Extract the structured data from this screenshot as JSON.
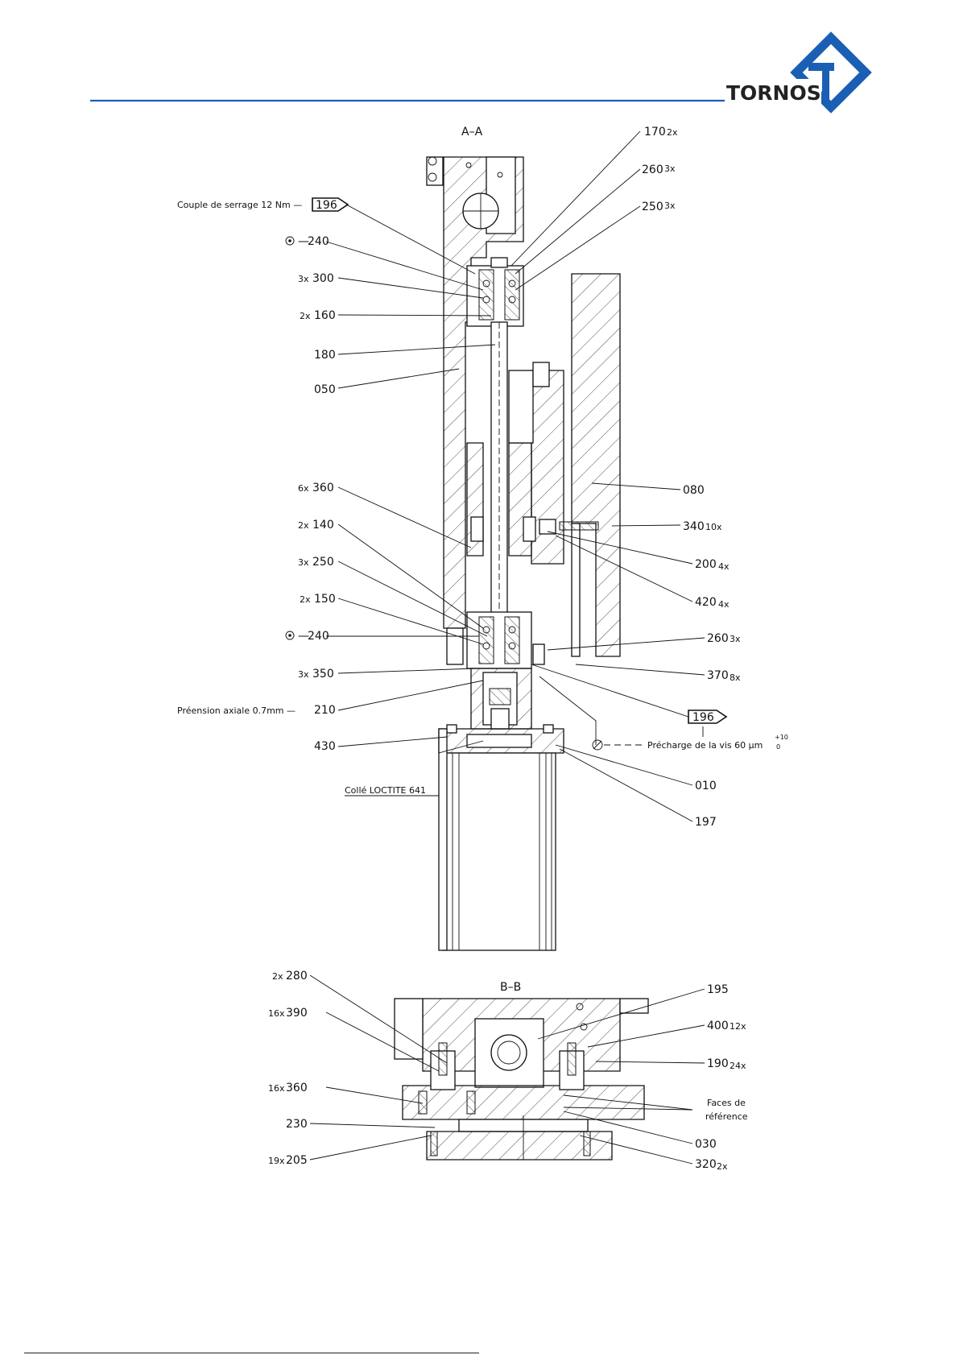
{
  "brand": {
    "name": "TORNOS",
    "header_line_color": "#1a5fb4",
    "logo_color": "#1a5fb4"
  },
  "section_aa": {
    "title": "A–A",
    "labels_left": [
      {
        "num": "196",
        "note": "Couple de serrage 12 Nm —"
      },
      {
        "num": "240",
        "prefix": "—"
      },
      {
        "num": "300",
        "count": "3x"
      },
      {
        "num": "160",
        "count": "2x"
      },
      {
        "num": "180"
      },
      {
        "num": "050"
      },
      {
        "num": "360",
        "count": "6x"
      },
      {
        "num": "140",
        "count": "2x"
      },
      {
        "num": "250",
        "count": "3x"
      },
      {
        "num": "150",
        "count": "2x"
      },
      {
        "num": "240",
        "prefix": "—"
      },
      {
        "num": "350",
        "count": "3x"
      },
      {
        "num": "210",
        "note": "Préension axiale 0.7mm —"
      },
      {
        "num": "430"
      }
    ],
    "labels_right": [
      {
        "num": "170",
        "count": "2x"
      },
      {
        "num": "260",
        "count": "3x"
      },
      {
        "num": "250",
        "count": "3x"
      },
      {
        "num": "080"
      },
      {
        "num": "340",
        "count": "10x"
      },
      {
        "num": "200",
        "count": "4x"
      },
      {
        "num": "420",
        "count": "4x"
      },
      {
        "num": "260",
        "count": "3x"
      },
      {
        "num": "370",
        "count": "8x"
      },
      {
        "num": "196"
      },
      {
        "num": "010"
      },
      {
        "num": "197"
      }
    ],
    "precharge_note": "Précharge de la vis 60 µm",
    "precharge_tol_top": "+10",
    "precharge_tol_bottom": "0",
    "loctite_note": "Collé LOCTITE 641"
  },
  "section_bb": {
    "title": "B–B",
    "labels_left": [
      {
        "num": "280",
        "count": "2x"
      },
      {
        "num": "390",
        "count": "16x"
      },
      {
        "num": "360",
        "count": "16x"
      },
      {
        "num": "230"
      },
      {
        "num": "205",
        "count": "19x"
      }
    ],
    "labels_right": [
      {
        "num": "195"
      },
      {
        "num": "400",
        "count": "12x"
      },
      {
        "num": "190",
        "count": "24x"
      },
      {
        "num": "030"
      },
      {
        "num": "320",
        "count": "2x"
      }
    ],
    "faces_note_line1": "Faces de",
    "faces_note_line2": "référence"
  }
}
